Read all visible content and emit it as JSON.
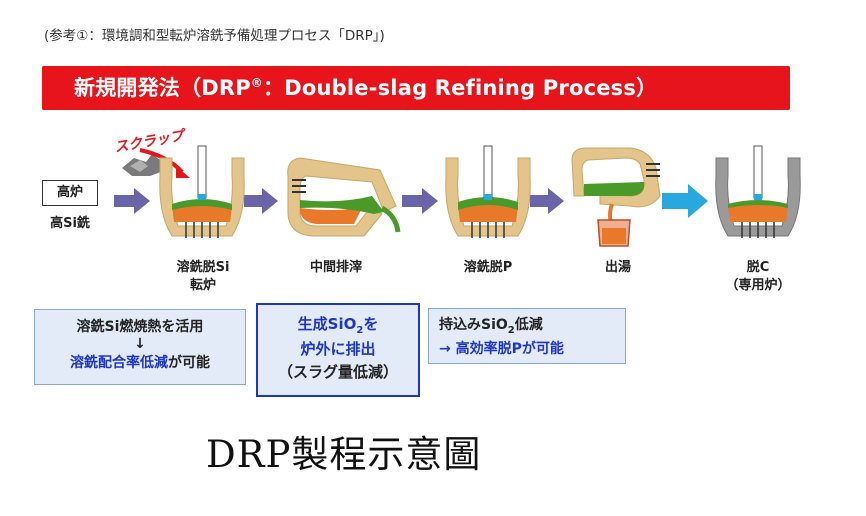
{
  "reference_caption": "(参考①：環境調和型転炉溶銑予備処理プロセス「DRP」)",
  "banner": {
    "title_part1": "新規開発法（DRP",
    "title_mark": "®",
    "title_part2": "：Double-slag Refining Process）",
    "color": "#e8141c"
  },
  "source": {
    "box_label": "高炉",
    "sub_label": "高Si銑"
  },
  "scrap_label": "スクラップ",
  "steps": [
    {
      "line1": "溶銑脱Si",
      "line2": "転炉"
    },
    {
      "line1": "中間排滓",
      "line2": ""
    },
    {
      "line1": "溶銑脱P",
      "line2": ""
    },
    {
      "line1": "出湯",
      "line2": ""
    },
    {
      "line1": "脱C",
      "line2": "（専用炉）"
    }
  ],
  "notes": {
    "box_a": {
      "line1": "溶銑Si燃焼熱を活用",
      "arrow": "↓",
      "line3_blue": "溶銑配合率低減",
      "line3_rest": "が可能"
    },
    "box_b": {
      "line1_pre": "生成SiO",
      "line1_sub": "2",
      "line1_post": "を",
      "line2": "炉外に排出",
      "line3": "（スラグ量低減）"
    },
    "box_c": {
      "line1_pre": "持込みSiO",
      "line1_sub": "2",
      "line1_post": "低減",
      "line2": "→ 高効率脱Pが可能"
    }
  },
  "main_caption": "DRP製程示意圖",
  "colors": {
    "vessel": "#e3c48a",
    "slag_green": "#4a9a2a",
    "metal_orange": "#e8782a",
    "arrow_purple": "#6a64a8",
    "arrow_cyan": "#29a8e0",
    "vessel_grey": "#9a9a9a",
    "accent_blue": "#1d36c8"
  }
}
